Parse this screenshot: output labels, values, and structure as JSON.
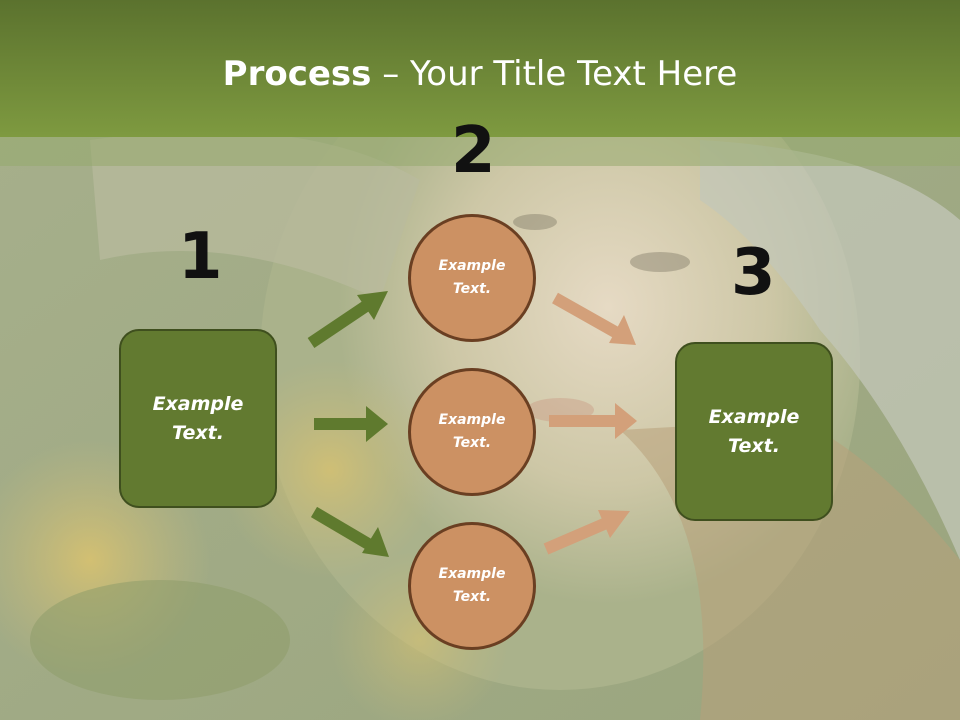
{
  "title": {
    "bold": "Process",
    "separator": "–",
    "rest": "Your Title Text Here"
  },
  "steps": {
    "n1": "1",
    "n2": "2",
    "n3": "3"
  },
  "left_box": {
    "text_line1": "Example",
    "text_line2": "Text."
  },
  "right_box": {
    "text_line1": "Example",
    "text_line2": "Text."
  },
  "circles": [
    {
      "line1": "Example",
      "line2": "Text."
    },
    {
      "line1": "Example",
      "line2": "Text."
    },
    {
      "line1": "Example",
      "line2": "Text."
    }
  ],
  "colors": {
    "header_green": "#6f8a38",
    "box_green": "#627a30",
    "circle_tan": "#cc9163",
    "arrow_green": "#5f7a2e",
    "arrow_tan": "#d3a07a"
  },
  "icons": {
    "arrow_shape": "right-arrow"
  }
}
